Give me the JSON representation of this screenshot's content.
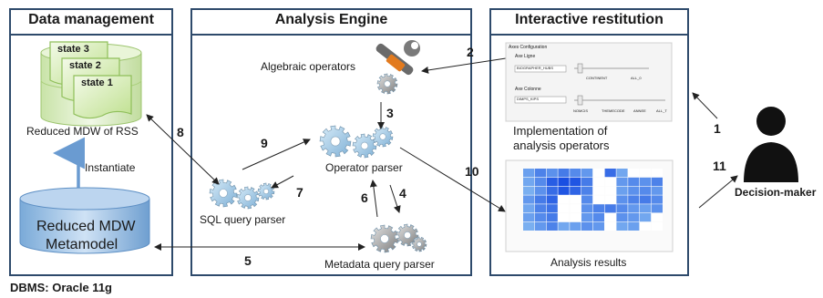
{
  "panels": {
    "data_management": "Data management",
    "analysis_engine": "Analysis Engine",
    "interactive_restitution": "Interactive restitution"
  },
  "data_management": {
    "states": [
      "state 3",
      "state 2",
      "state 1"
    ],
    "reduced_mdw_label": "Reduced MDW of RSS",
    "instantiate_label": "Instantiate",
    "metamodel_line1": "Reduced MDW",
    "metamodel_line2": "Metamodel"
  },
  "analysis_engine": {
    "algebraic_operators": "Algebraic operators",
    "operator_parser": "Operator parser",
    "sql_query_parser": "SQL query parser",
    "metadata_query_parser": "Metadata query parser"
  },
  "restitution": {
    "config_title": "Axes Configuration",
    "axe_ligne": "Axe Ligne",
    "axe_ligne_select": "BIOGRAPHER_HUBS",
    "axe_ligne_ticks": [
      "CONTINENT",
      "ALL_0"
    ],
    "axe_colonne": "Axe Colonne",
    "axe_colonne_select": "DIMPS_KIPS",
    "axe_colonne_ticks": [
      "NOMCIS",
      "THEMECODE",
      "ANNEE",
      "ALL_T"
    ],
    "implementation_line1": "Implementation of",
    "implementation_line2": "analysis operators",
    "analysis_results": "Analysis results"
  },
  "actor": {
    "label": "Decision-maker"
  },
  "footer": {
    "dbms": "DBMS: Oracle 11g"
  },
  "flow_numbers": [
    "1",
    "2",
    "3",
    "4",
    "5",
    "6",
    "7",
    "8",
    "9",
    "10",
    "11"
  ],
  "heatmap": {
    "rows": 7,
    "cols": 12,
    "intensity": [
      [
        0.35,
        0.55,
        0.45,
        0.6,
        0.5,
        0.4,
        0,
        0.7,
        0.3,
        0,
        0,
        0
      ],
      [
        0.3,
        0.5,
        0.8,
        0.9,
        0.85,
        0.6,
        0,
        0,
        0.4,
        0.5,
        0.45,
        0.55
      ],
      [
        0.25,
        0.45,
        0.7,
        0.85,
        0.75,
        0.55,
        0,
        0,
        0.35,
        0.45,
        0.5,
        0.4
      ],
      [
        0.4,
        0.6,
        0.75,
        0,
        0,
        0.5,
        0,
        0,
        0.45,
        0.55,
        0.6,
        0.5
      ],
      [
        0.3,
        0.55,
        0.65,
        0,
        0,
        0.45,
        0.55,
        0.6,
        0.5,
        0.4,
        0.35,
        0.45
      ],
      [
        0.35,
        0.5,
        0.6,
        0,
        0,
        0.4,
        0.5,
        0,
        0.45,
        0.4,
        0.3,
        0
      ],
      [
        0.25,
        0.4,
        0.55,
        0.3,
        0.35,
        0.45,
        0.4,
        0,
        0.3,
        0.35,
        0,
        0
      ]
    ],
    "palette": {
      "light": "#9fd4f5",
      "dark": "#0a3fe0"
    }
  },
  "colors": {
    "panel_border": "#2e4a6b",
    "db_green": "#d8ecc0",
    "db_blue": "#8fb8e0",
    "arrow": "#222222",
    "blue_arrow": "#6a9bd1"
  }
}
